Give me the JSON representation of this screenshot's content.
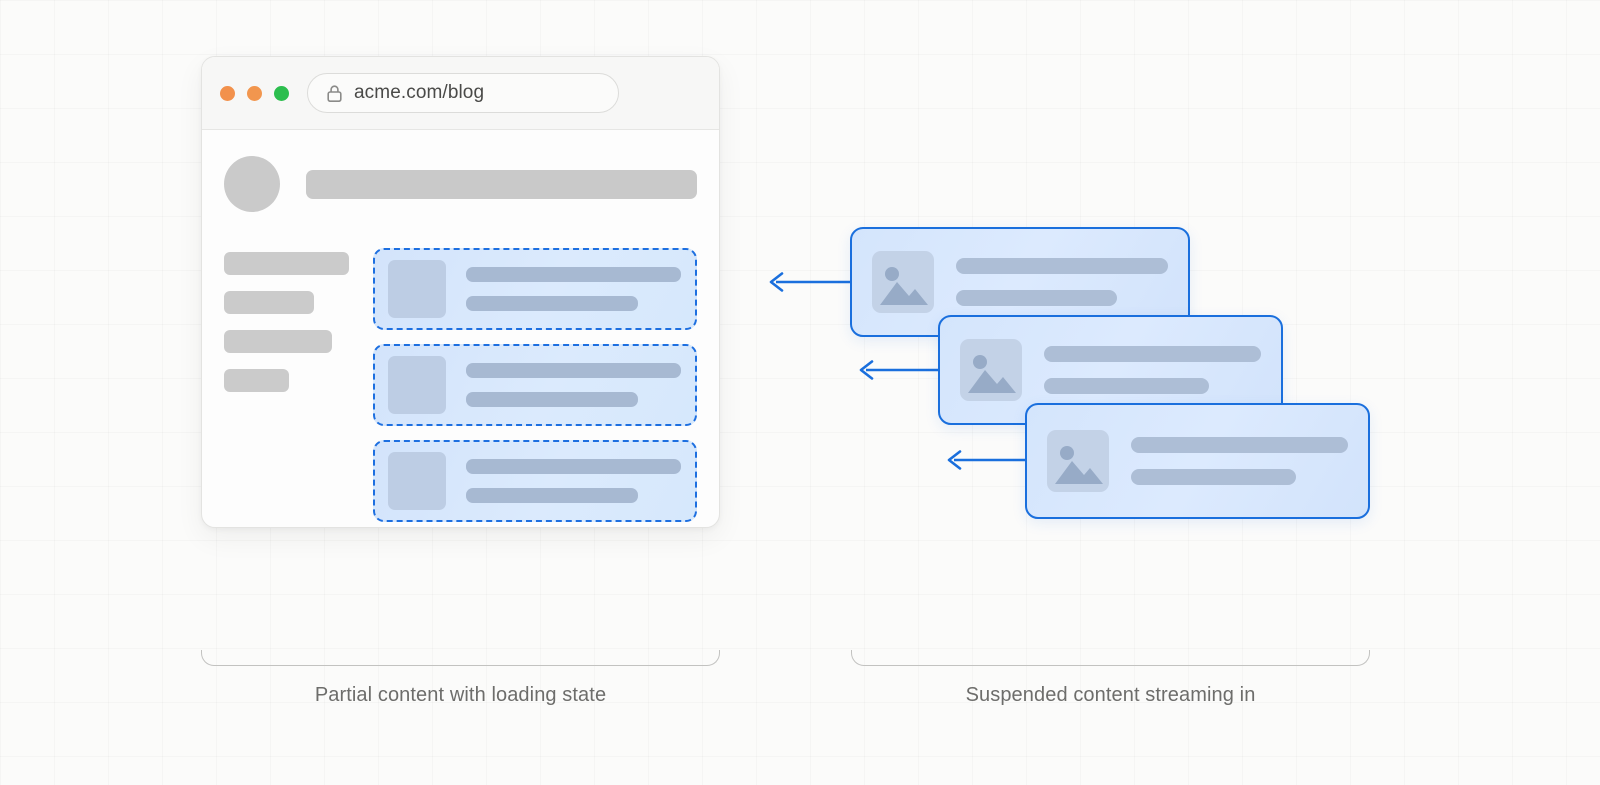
{
  "browser": {
    "traffic_lights": [
      {
        "name": "close",
        "color": "#f2914c"
      },
      {
        "name": "minimize",
        "color": "#f2964e"
      },
      {
        "name": "maximize",
        "color": "#2cbe4e"
      }
    ],
    "address_bar": {
      "lock_icon": "lock-icon",
      "url": "acme.com/blog"
    },
    "page_skeleton": {
      "avatar": "avatar-skeleton",
      "title_bar": "title-skeleton",
      "side_nav_bars": [
        {
          "width": "100%"
        },
        {
          "width": "72%"
        },
        {
          "width": "86%"
        },
        {
          "width": "52%"
        }
      ],
      "loading_cards": [
        {
          "thumb": "image-thumb-placeholder",
          "line_1": "text-line",
          "line_2": "text-line-short"
        },
        {
          "thumb": "image-thumb-placeholder",
          "line_1": "text-line",
          "line_2": "text-line-short"
        },
        {
          "thumb": "image-thumb-placeholder",
          "line_1": "text-line",
          "line_2": "text-line-short"
        }
      ]
    }
  },
  "stream": {
    "cards": [
      {
        "thumb": "image-placeholder-icon",
        "line_1": "text-line",
        "line_2": "text-line-short"
      },
      {
        "thumb": "image-placeholder-icon",
        "line_1": "text-line",
        "line_2": "text-line-short"
      },
      {
        "thumb": "image-placeholder-icon",
        "line_1": "text-line",
        "line_2": "text-line-short"
      }
    ],
    "connectors": [
      {
        "name": "arrow-left-1"
      },
      {
        "name": "arrow-left-2"
      },
      {
        "name": "arrow-left-3"
      }
    ]
  },
  "captions": {
    "left": "Partial content with loading state",
    "right": "Suspended content streaming in"
  },
  "colors": {
    "accent_blue": "#1a6fdd",
    "dashed_blue": "#1d6fe0",
    "card_fill": "#dceafe",
    "skeleton_gray": "#c9c9c9",
    "skeleton_blue_gray": "#a7b9d2",
    "caption_gray": "#6d6d6b",
    "bracket_gray": "#c2c2c0",
    "background": "#fbfbfa"
  }
}
